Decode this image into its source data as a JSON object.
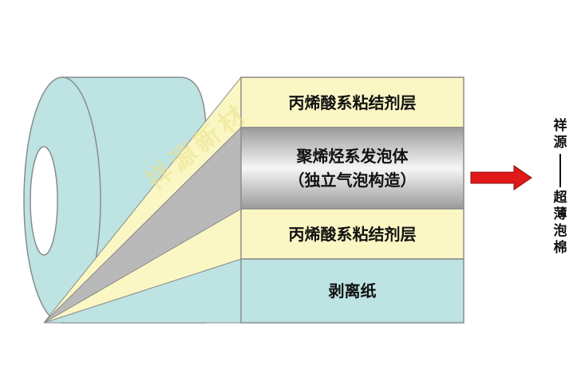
{
  "colors": {
    "cyan": "#bde3e3",
    "yellow": "#fbf7c4",
    "gray": "#b9b9b9",
    "outline": "#8c8c8c",
    "arrow": "#e01818"
  },
  "layers": {
    "top_adhesive": "丙烯酸系粘结剂层",
    "foam_line1": "聚烯烃系发泡体",
    "foam_line2": "（独立气泡构造）",
    "bottom_adhesive": "丙烯酸系粘结剂层",
    "release_paper": "剥离纸"
  },
  "watermark": "祥源新材",
  "side_label": {
    "top_chars": [
      "祥",
      "源"
    ],
    "bottom_chars": [
      "超",
      "薄",
      "泡",
      "棉"
    ]
  }
}
